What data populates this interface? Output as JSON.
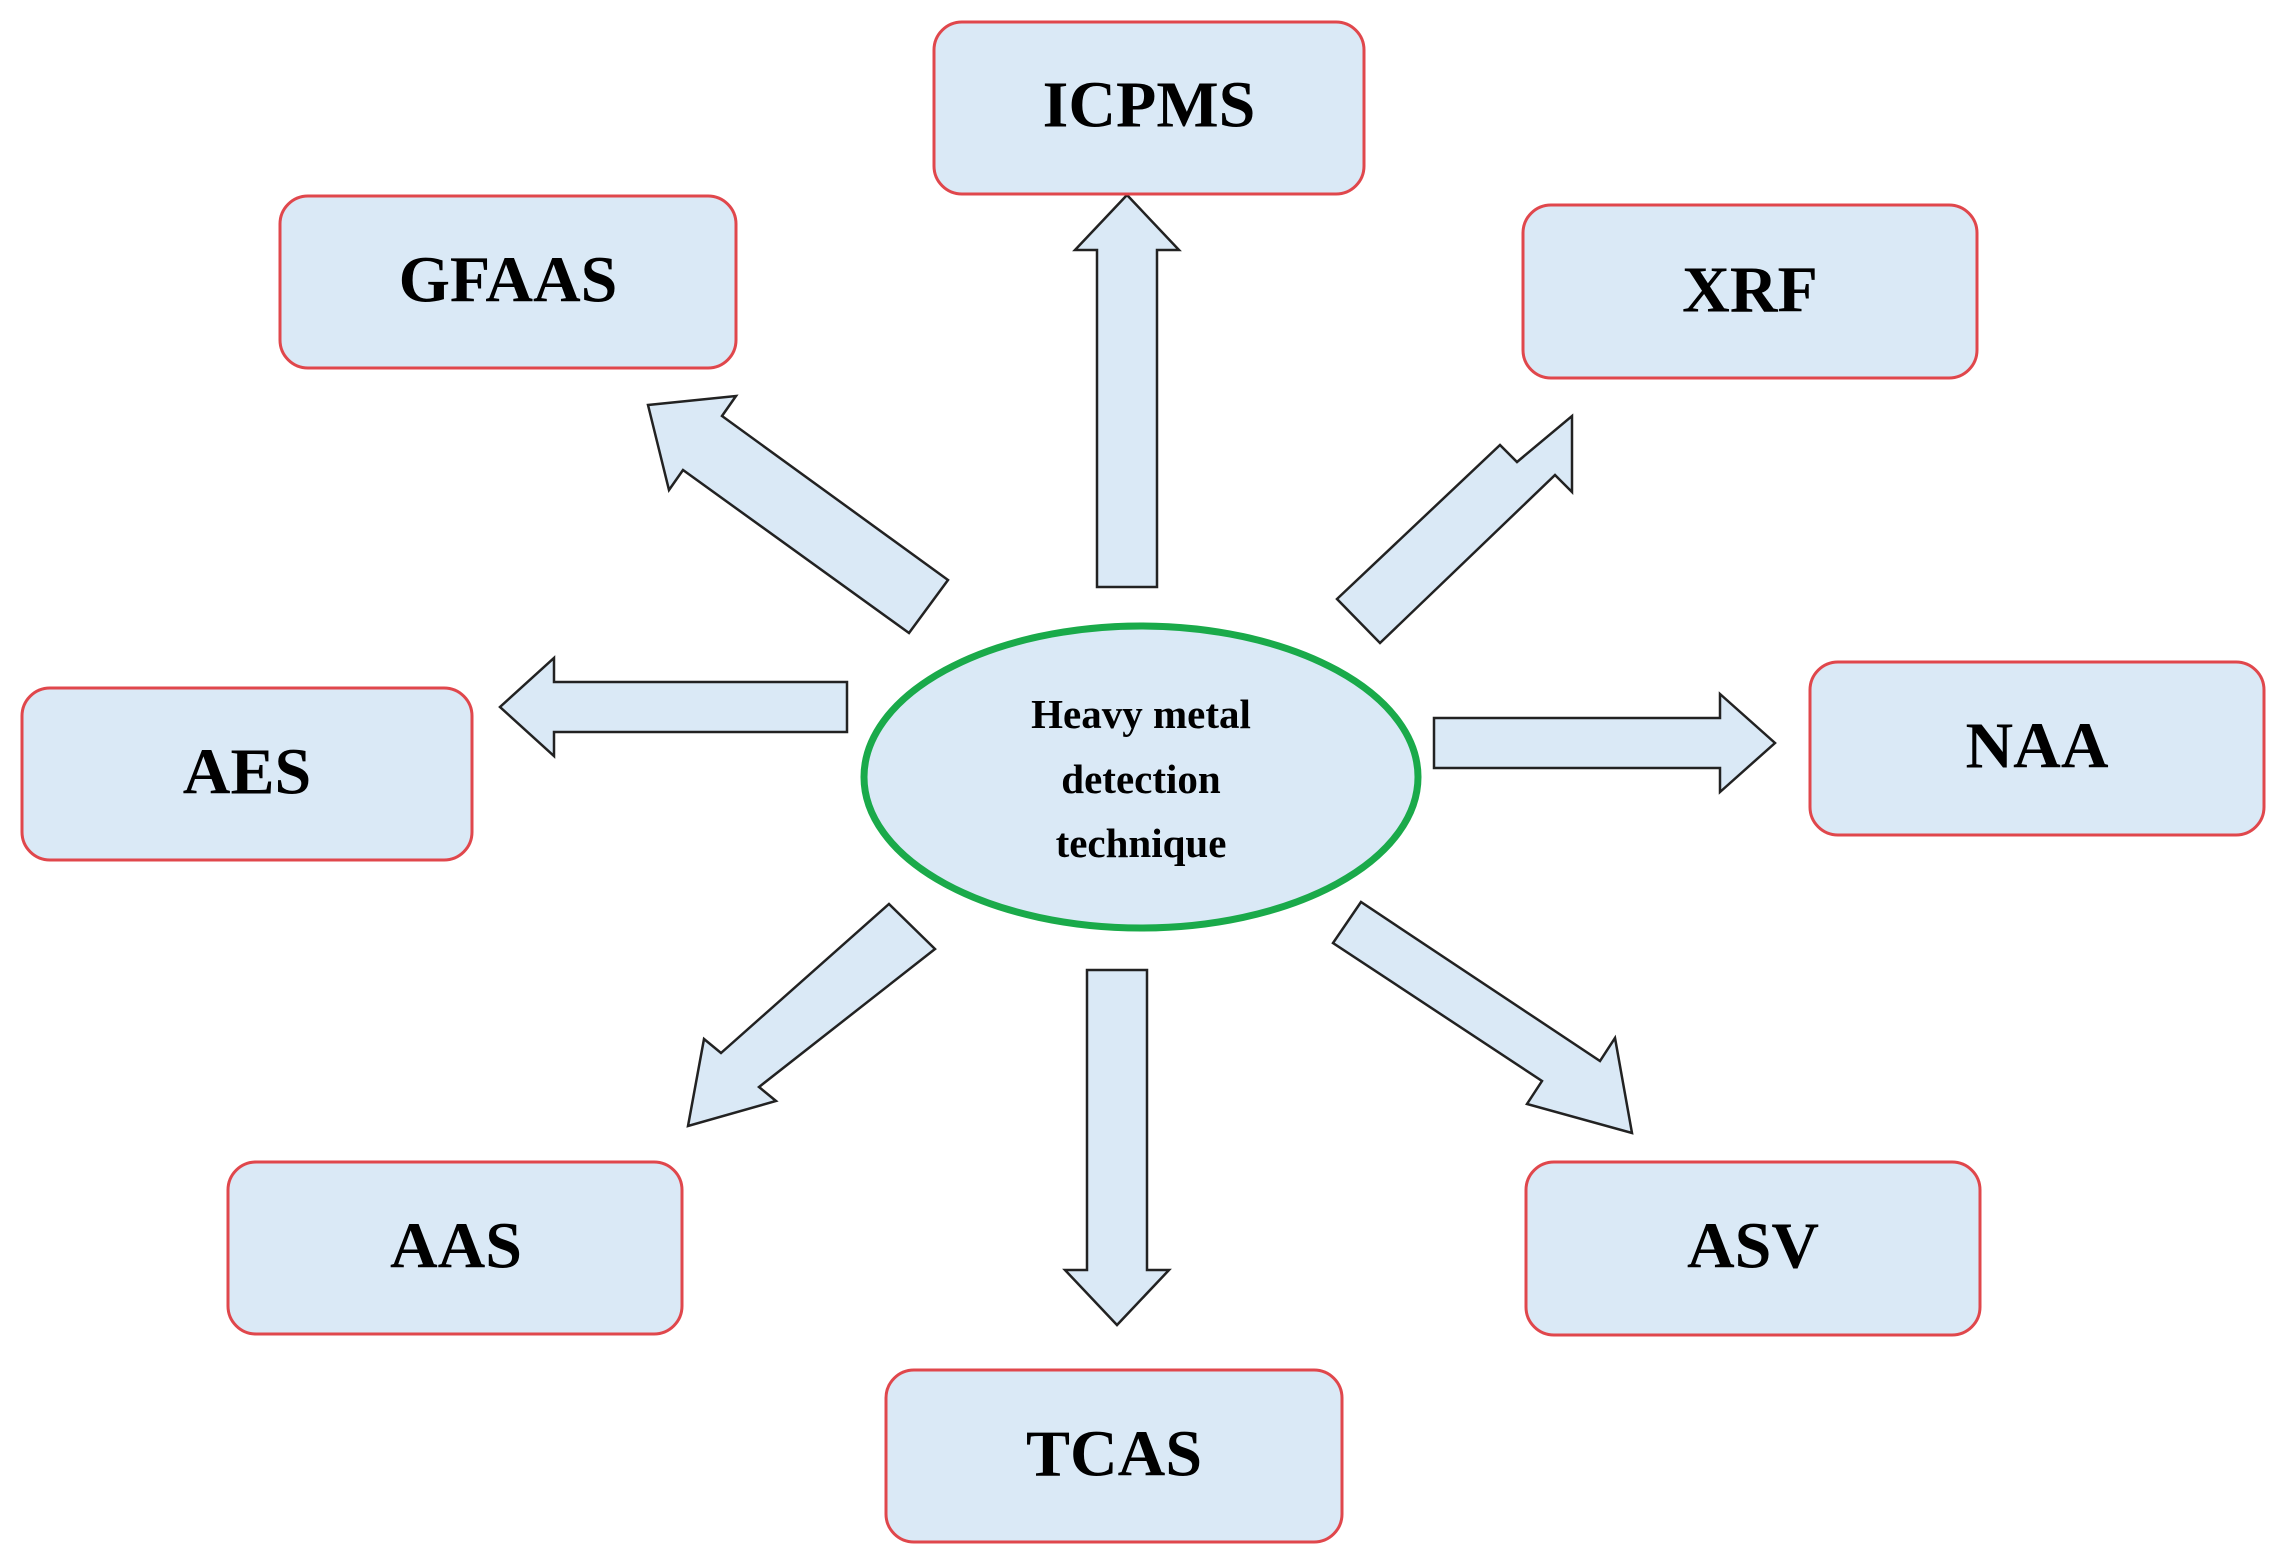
{
  "center": {
    "label_lines": [
      "Heavy metal",
      "detection",
      "technique"
    ]
  },
  "nodes": [
    {
      "id": "icpms",
      "label": "ICPMS"
    },
    {
      "id": "gfaas",
      "label": "GFAAS"
    },
    {
      "id": "xrf",
      "label": "XRF"
    },
    {
      "id": "aes",
      "label": "AES"
    },
    {
      "id": "naa",
      "label": "NAA"
    },
    {
      "id": "aas",
      "label": "AAS"
    },
    {
      "id": "asv",
      "label": "ASV"
    },
    {
      "id": "tcas",
      "label": "TCAS"
    }
  ],
  "colors": {
    "box_fill": "#dae9f6",
    "box_stroke": "#e0474c",
    "arrow_fill": "#dae9f6",
    "arrow_stroke": "#222222",
    "ellipse_fill": "#dae9f6",
    "ellipse_stroke": "#1aaa4a"
  }
}
